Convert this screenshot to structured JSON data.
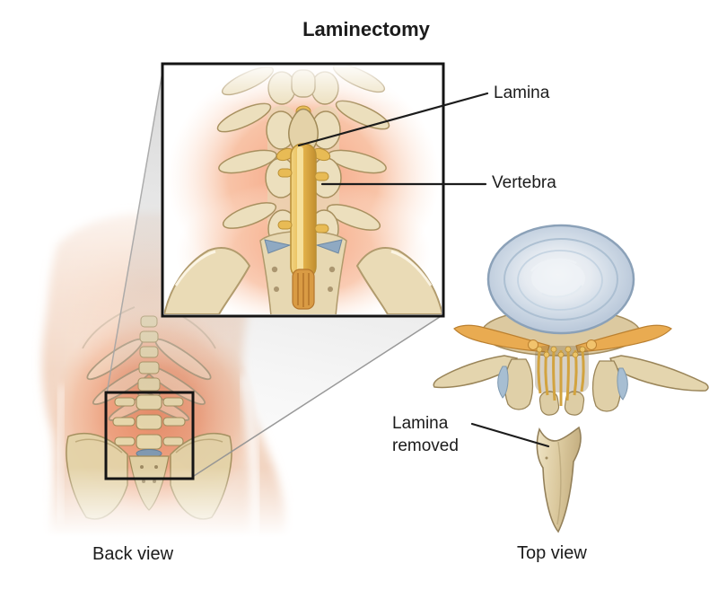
{
  "title": "Laminectomy",
  "annotations": {
    "lamina": "Lamina",
    "vertebra": "Vertebra",
    "lamina_removed_line1": "Lamina",
    "lamina_removed_line2": "removed"
  },
  "views": {
    "back": {
      "caption": "Back view"
    },
    "top": {
      "caption": "Top view"
    }
  },
  "colors": {
    "pointer_line": "#1c1c1c",
    "box_border": "#141414",
    "bone_cream": "#ecdfbd",
    "bone_tan": "#d9c79e",
    "spinal_canal_gold": "#e8bc55",
    "nerve_orange": "#e9ab51",
    "disc_blue": "#c9d6e4",
    "inset_glow_pink": "#f5a98a",
    "lumbar_glow_red": "#eb9677",
    "skin": "#f4dccc",
    "facet_blue": "#a7bed2"
  }
}
